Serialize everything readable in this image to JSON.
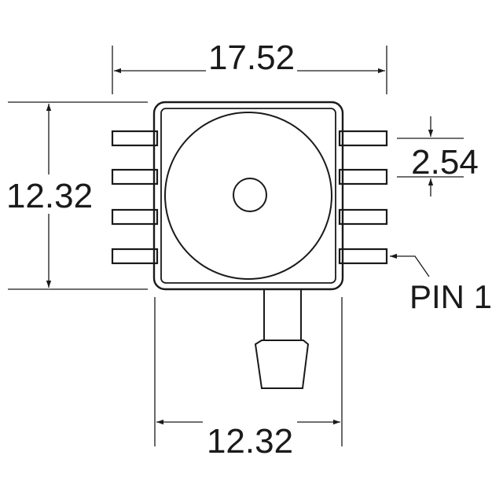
{
  "dimensions": {
    "overall_width": "17.52",
    "body_height": "12.32",
    "body_width": "12.32",
    "pin_pitch": "2.54"
  },
  "labels": {
    "pin1": "PIN 1"
  }
}
